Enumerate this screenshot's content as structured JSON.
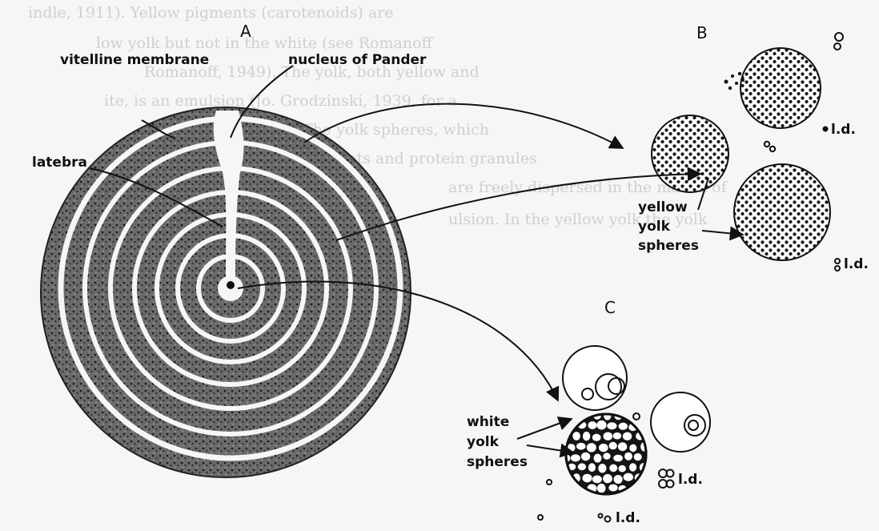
{
  "panels": {
    "a": "A",
    "b": "B",
    "c": "C"
  },
  "labels": {
    "vitelline_membrane": "vitelline membrane",
    "nucleus_of_pander": "nucleus of Pander",
    "latebra": "latebra",
    "yellow_yolk_spheres": [
      "yellow",
      "yolk",
      "spheres"
    ],
    "white_yolk_spheres": [
      "white",
      "yolk",
      "spheres"
    ],
    "lipid_droplet": "l.d."
  },
  "bleed_through_text": [
    "indle, 1911). Yellow pigments (carotenoids) are",
    "low yolk but not in the white (see Romanoff",
    "Romanoff, 1949). The yolk, both yellow and",
    "ite, is an emulsion (Jo. Grodzinski, 1939, for a",
    "description). The yolk spheres, which",
    "are the lipid droplets and protein granules",
    "are freely dispersed in the matrix of",
    "ulsion. In the yellow yolk the yolk"
  ],
  "colors": {
    "ink": "#111111",
    "paper": "#f6f6f4",
    "bleed": "#cfcfcf"
  }
}
